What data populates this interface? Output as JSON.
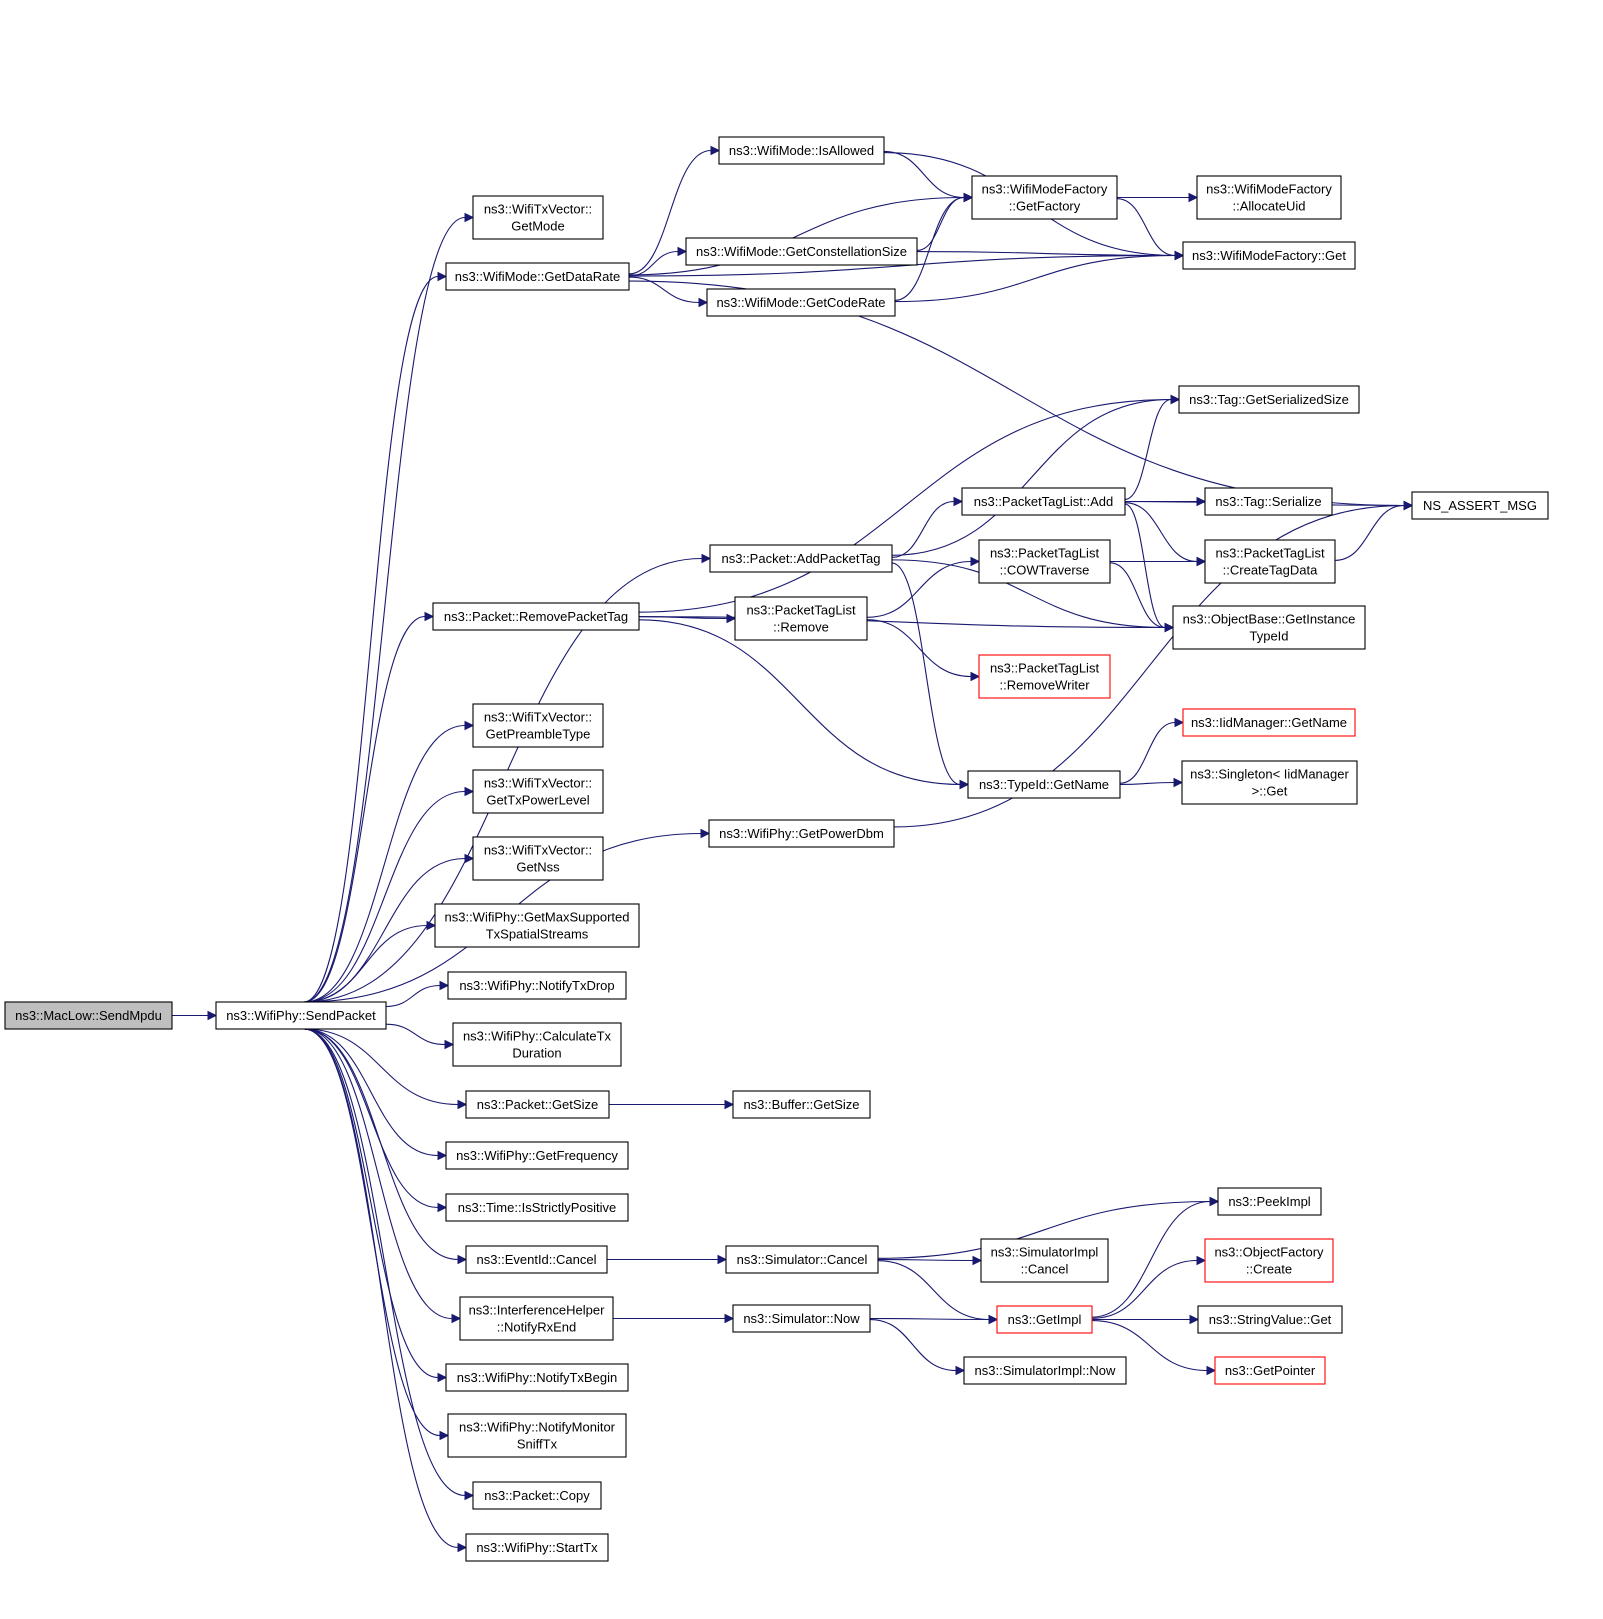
{
  "diagram": {
    "type": "call-graph",
    "colors": {
      "edge": "#191970",
      "node_border": "#000000",
      "node_fill": "#ffffff",
      "root_fill": "#bfbfbf",
      "incomplete_border": "#ff0000"
    },
    "nodes": {
      "maclow_sendmpdu": {
        "lines": [
          "ns3::MacLow::SendMpdu"
        ],
        "style": "root"
      },
      "wifiphy_sendpacket": {
        "lines": [
          "ns3::WifiPhy::SendPacket"
        ],
        "style": "normal"
      },
      "txvector_getmode": {
        "lines": [
          "ns3::WifiTxVector::",
          "GetMode"
        ],
        "style": "normal"
      },
      "wifimode_getdatarate": {
        "lines": [
          "ns3::WifiMode::GetDataRate"
        ],
        "style": "normal"
      },
      "wifimode_isallowed": {
        "lines": [
          "ns3::WifiMode::IsAllowed"
        ],
        "style": "normal"
      },
      "wmf_getfactory": {
        "lines": [
          "ns3::WifiModeFactory",
          "::GetFactory"
        ],
        "style": "normal"
      },
      "wmf_allocateuid": {
        "lines": [
          "ns3::WifiModeFactory",
          "::AllocateUid"
        ],
        "style": "normal"
      },
      "wifimode_getconst": {
        "lines": [
          "ns3::WifiMode::GetConstellationSize"
        ],
        "style": "normal"
      },
      "wmf_get": {
        "lines": [
          "ns3::WifiModeFactory::Get"
        ],
        "style": "normal"
      },
      "wifimode_getcoderate": {
        "lines": [
          "ns3::WifiMode::GetCodeRate"
        ],
        "style": "normal"
      },
      "tag_getserializedsize": {
        "lines": [
          "ns3::Tag::GetSerializedSize"
        ],
        "style": "normal"
      },
      "ptl_add": {
        "lines": [
          "ns3::PacketTagList::Add"
        ],
        "style": "normal"
      },
      "tag_serialize": {
        "lines": [
          "ns3::Tag::Serialize"
        ],
        "style": "normal"
      },
      "ns_assert_msg": {
        "lines": [
          "NS_ASSERT_MSG"
        ],
        "style": "normal"
      },
      "packet_addpackettag": {
        "lines": [
          "ns3::Packet::AddPacketTag"
        ],
        "style": "normal"
      },
      "ptl_cowtraverse": {
        "lines": [
          "ns3::PacketTagList",
          "::COWTraverse"
        ],
        "style": "normal"
      },
      "ptl_createtagdata": {
        "lines": [
          "ns3::PacketTagList",
          "::CreateTagData"
        ],
        "style": "normal"
      },
      "packet_removepackettag": {
        "lines": [
          "ns3::Packet::RemovePacketTag"
        ],
        "style": "normal"
      },
      "ptl_remove": {
        "lines": [
          "ns3::PacketTagList",
          "::Remove"
        ],
        "style": "normal"
      },
      "objectbase_getinstancetypeid": {
        "lines": [
          "ns3::ObjectBase::GetInstance",
          "TypeId"
        ],
        "style": "normal"
      },
      "ptl_removewriter": {
        "lines": [
          "ns3::PacketTagList",
          "::RemoveWriter"
        ],
        "style": "incomplete"
      },
      "iidmanager_getname": {
        "lines": [
          "ns3::IidManager::GetName"
        ],
        "style": "incomplete"
      },
      "txvector_getpreambletype": {
        "lines": [
          "ns3::WifiTxVector::",
          "GetPreambleType"
        ],
        "style": "normal"
      },
      "typeid_getname": {
        "lines": [
          "ns3::TypeId::GetName"
        ],
        "style": "normal"
      },
      "singleton_get": {
        "lines": [
          "ns3::Singleton< IidManager",
          " >::Get"
        ],
        "style": "normal"
      },
      "txvector_gettxpowerlevel": {
        "lines": [
          "ns3::WifiTxVector::",
          "GetTxPowerLevel"
        ],
        "style": "normal"
      },
      "wifiphy_getpowerdbm": {
        "lines": [
          "ns3::WifiPhy::GetPowerDbm"
        ],
        "style": "normal"
      },
      "txvector_getnss": {
        "lines": [
          "ns3::WifiTxVector::",
          "GetNss"
        ],
        "style": "normal"
      },
      "wifiphy_getmaxsupported": {
        "lines": [
          "ns3::WifiPhy::GetMaxSupported",
          "TxSpatialStreams"
        ],
        "style": "normal"
      },
      "wifiphy_notifytxdrop": {
        "lines": [
          "ns3::WifiPhy::NotifyTxDrop"
        ],
        "style": "normal"
      },
      "wifiphy_calculatetxduration": {
        "lines": [
          "ns3::WifiPhy::CalculateTx",
          "Duration"
        ],
        "style": "normal"
      },
      "packet_getsize": {
        "lines": [
          "ns3::Packet::GetSize"
        ],
        "style": "normal"
      },
      "buffer_getsize": {
        "lines": [
          "ns3::Buffer::GetSize"
        ],
        "style": "normal"
      },
      "wifiphy_getfrequency": {
        "lines": [
          "ns3::WifiPhy::GetFrequency"
        ],
        "style": "normal"
      },
      "time_isstrictlypositive": {
        "lines": [
          "ns3::Time::IsStrictlyPositive"
        ],
        "style": "normal"
      },
      "peekimpl": {
        "lines": [
          "ns3::PeekImpl"
        ],
        "style": "normal"
      },
      "eventid_cancel": {
        "lines": [
          "ns3::EventId::Cancel"
        ],
        "style": "normal"
      },
      "simulator_cancel": {
        "lines": [
          "ns3::Simulator::Cancel"
        ],
        "style": "normal"
      },
      "simulatorimpl_cancel": {
        "lines": [
          "ns3::SimulatorImpl",
          "::Cancel"
        ],
        "style": "normal"
      },
      "objectfactory_create": {
        "lines": [
          "ns3::ObjectFactory",
          "::Create"
        ],
        "style": "incomplete"
      },
      "ih_notifyrxend": {
        "lines": [
          "ns3::InterferenceHelper",
          "::NotifyRxEnd"
        ],
        "style": "normal"
      },
      "simulator_now": {
        "lines": [
          "ns3::Simulator::Now"
        ],
        "style": "normal"
      },
      "getimpl": {
        "lines": [
          "ns3::GetImpl"
        ],
        "style": "incomplete"
      },
      "stringvalue_get": {
        "lines": [
          "ns3::StringValue::Get"
        ],
        "style": "normal"
      },
      "simulatorimpl_now": {
        "lines": [
          "ns3::SimulatorImpl::Now"
        ],
        "style": "normal"
      },
      "getpointer": {
        "lines": [
          "ns3::GetPointer"
        ],
        "style": "incomplete"
      },
      "wifiphy_notifytxbegin": {
        "lines": [
          "ns3::WifiPhy::NotifyTxBegin"
        ],
        "style": "normal"
      },
      "wifiphy_notifymonitorsnifftx": {
        "lines": [
          "ns3::WifiPhy::NotifyMonitor",
          "SniffTx"
        ],
        "style": "normal"
      },
      "packet_copy": {
        "lines": [
          "ns3::Packet::Copy"
        ],
        "style": "normal"
      },
      "wifiphy_starttx": {
        "lines": [
          "ns3::WifiPhy::StartTx"
        ],
        "style": "normal"
      }
    },
    "edges": [
      [
        "maclow_sendmpdu",
        "wifiphy_sendpacket"
      ],
      [
        "wifiphy_sendpacket",
        "txvector_getmode"
      ],
      [
        "wifiphy_sendpacket",
        "wifimode_getdatarate"
      ],
      [
        "wifiphy_sendpacket",
        "packet_addpackettag"
      ],
      [
        "wifiphy_sendpacket",
        "packet_removepackettag"
      ],
      [
        "wifiphy_sendpacket",
        "txvector_getpreambletype"
      ],
      [
        "wifiphy_sendpacket",
        "txvector_gettxpowerlevel"
      ],
      [
        "wifiphy_sendpacket",
        "wifiphy_getpowerdbm"
      ],
      [
        "wifiphy_sendpacket",
        "txvector_getnss"
      ],
      [
        "wifiphy_sendpacket",
        "wifiphy_getmaxsupported"
      ],
      [
        "wifiphy_sendpacket",
        "wifiphy_notifytxdrop"
      ],
      [
        "wifiphy_sendpacket",
        "wifiphy_calculatetxduration"
      ],
      [
        "wifiphy_sendpacket",
        "packet_getsize"
      ],
      [
        "wifiphy_sendpacket",
        "wifiphy_getfrequency"
      ],
      [
        "wifiphy_sendpacket",
        "time_isstrictlypositive"
      ],
      [
        "wifiphy_sendpacket",
        "eventid_cancel"
      ],
      [
        "wifiphy_sendpacket",
        "ih_notifyrxend"
      ],
      [
        "wifiphy_sendpacket",
        "wifiphy_notifytxbegin"
      ],
      [
        "wifiphy_sendpacket",
        "wifiphy_notifymonitorsnifftx"
      ],
      [
        "wifiphy_sendpacket",
        "packet_copy"
      ],
      [
        "wifiphy_sendpacket",
        "wifiphy_starttx"
      ],
      [
        "wifimode_getdatarate",
        "wifimode_isallowed"
      ],
      [
        "wifimode_getdatarate",
        "wmf_getfactory"
      ],
      [
        "wifimode_getdatarate",
        "wifimode_getconst"
      ],
      [
        "wifimode_getdatarate",
        "wmf_get"
      ],
      [
        "wifimode_getdatarate",
        "wifimode_getcoderate"
      ],
      [
        "wifimode_getdatarate",
        "ns_assert_msg"
      ],
      [
        "wifimode_isallowed",
        "wmf_getfactory"
      ],
      [
        "wifimode_isallowed",
        "wmf_get"
      ],
      [
        "wmf_getfactory",
        "wmf_allocateuid"
      ],
      [
        "wmf_getfactory",
        "wmf_get"
      ],
      [
        "wifimode_getconst",
        "wmf_getfactory"
      ],
      [
        "wifimode_getconst",
        "wmf_get"
      ],
      [
        "wifimode_getcoderate",
        "wmf_getfactory"
      ],
      [
        "wifimode_getcoderate",
        "wmf_get"
      ],
      [
        "packet_addpackettag",
        "tag_getserializedsize"
      ],
      [
        "packet_addpackettag",
        "ptl_add"
      ],
      [
        "packet_addpackettag",
        "objectbase_getinstancetypeid"
      ],
      [
        "packet_addpackettag",
        "typeid_getname"
      ],
      [
        "ptl_add",
        "tag_getserializedsize"
      ],
      [
        "ptl_add",
        "tag_serialize"
      ],
      [
        "ptl_add",
        "ns_assert_msg"
      ],
      [
        "ptl_add",
        "ptl_createtagdata"
      ],
      [
        "ptl_add",
        "objectbase_getinstancetypeid"
      ],
      [
        "ptl_cowtraverse",
        "ptl_createtagdata"
      ],
      [
        "ptl_cowtraverse",
        "objectbase_getinstancetypeid"
      ],
      [
        "ptl_createtagdata",
        "ns_assert_msg"
      ],
      [
        "packet_removepackettag",
        "tag_getserializedsize"
      ],
      [
        "packet_removepackettag",
        "ptl_remove"
      ],
      [
        "packet_removepackettag",
        "objectbase_getinstancetypeid"
      ],
      [
        "packet_removepackettag",
        "typeid_getname"
      ],
      [
        "ptl_remove",
        "ptl_cowtraverse"
      ],
      [
        "ptl_remove",
        "ptl_removewriter"
      ],
      [
        "typeid_getname",
        "iidmanager_getname"
      ],
      [
        "typeid_getname",
        "singleton_get"
      ],
      [
        "wifiphy_getpowerdbm",
        "ns_assert_msg"
      ],
      [
        "packet_getsize",
        "buffer_getsize"
      ],
      [
        "eventid_cancel",
        "simulator_cancel"
      ],
      [
        "simulator_cancel",
        "peekimpl"
      ],
      [
        "simulator_cancel",
        "simulatorimpl_cancel"
      ],
      [
        "simulator_cancel",
        "getimpl"
      ],
      [
        "ih_notifyrxend",
        "simulator_now"
      ],
      [
        "simulator_now",
        "getimpl"
      ],
      [
        "simulator_now",
        "simulatorimpl_now"
      ],
      [
        "getimpl",
        "peekimpl"
      ],
      [
        "getimpl",
        "objectfactory_create"
      ],
      [
        "getimpl",
        "stringvalue_get"
      ],
      [
        "getimpl",
        "getpointer"
      ]
    ]
  }
}
